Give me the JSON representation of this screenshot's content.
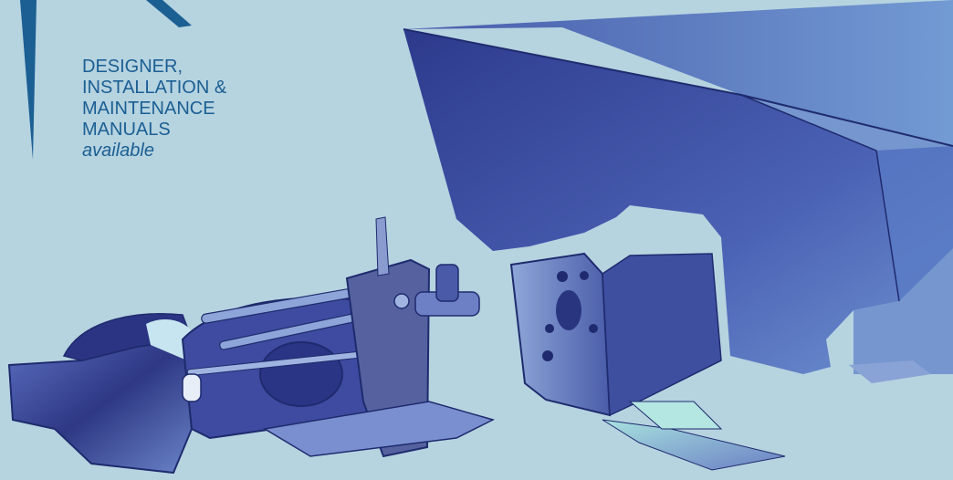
{
  "caption": {
    "lines": [
      "DESIGNER,",
      "INSTALLATION &",
      "MAINTENANCE",
      "MANUALS"
    ],
    "sub": "available"
  },
  "colors": {
    "background": "#b6d3e0",
    "accent": "#1b5f93",
    "hull": "#3f4fa5",
    "part": "#4a56a8"
  }
}
